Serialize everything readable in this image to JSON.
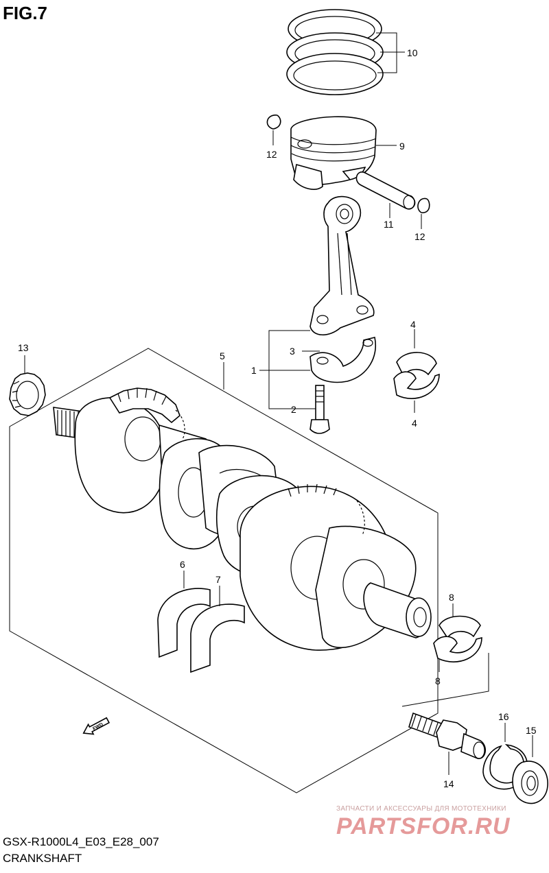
{
  "figure_label": "FIG.7",
  "diagram_code": "GSX-R1000L4_E03_E28_007",
  "diagram_name": "CRANKSHAFT",
  "fwd_arrow_label": "FWD",
  "watermark": {
    "tagline": "ЗАПЧАСТИ И АКСЕССУАРЫ ДЛЯ МОТОТЕХНИКИ",
    "brand": "PARTSFOR.RU"
  },
  "callouts": {
    "c1": "1",
    "c2": "2",
    "c3": "3",
    "c4a": "4",
    "c4b": "4",
    "c5": "5",
    "c6": "6",
    "c7": "7",
    "c8a": "8",
    "c8b": "8",
    "c9": "9",
    "c10": "10",
    "c11": "11",
    "c12a": "12",
    "c12b": "12",
    "c13": "13",
    "c14": "14",
    "c15": "15",
    "c16": "16"
  },
  "parts": [
    {
      "ref": "1",
      "name": "connecting-rod-assembly"
    },
    {
      "ref": "2",
      "name": "con-rod-bolt"
    },
    {
      "ref": "3",
      "name": "con-rod-cap"
    },
    {
      "ref": "4",
      "name": "con-rod-bearing"
    },
    {
      "ref": "5",
      "name": "crankshaft"
    },
    {
      "ref": "6",
      "name": "thrust-bearing"
    },
    {
      "ref": "7",
      "name": "thrust-bearing"
    },
    {
      "ref": "8",
      "name": "crankshaft-journal-bearing"
    },
    {
      "ref": "9",
      "name": "piston"
    },
    {
      "ref": "10",
      "name": "piston-ring-set"
    },
    {
      "ref": "11",
      "name": "piston-pin"
    },
    {
      "ref": "12",
      "name": "piston-pin-circlip"
    },
    {
      "ref": "13",
      "name": "primary-drive-gear"
    },
    {
      "ref": "14",
      "name": "bolt"
    },
    {
      "ref": "15",
      "name": "oil-seal"
    },
    {
      "ref": "16",
      "name": "circlip"
    }
  ]
}
